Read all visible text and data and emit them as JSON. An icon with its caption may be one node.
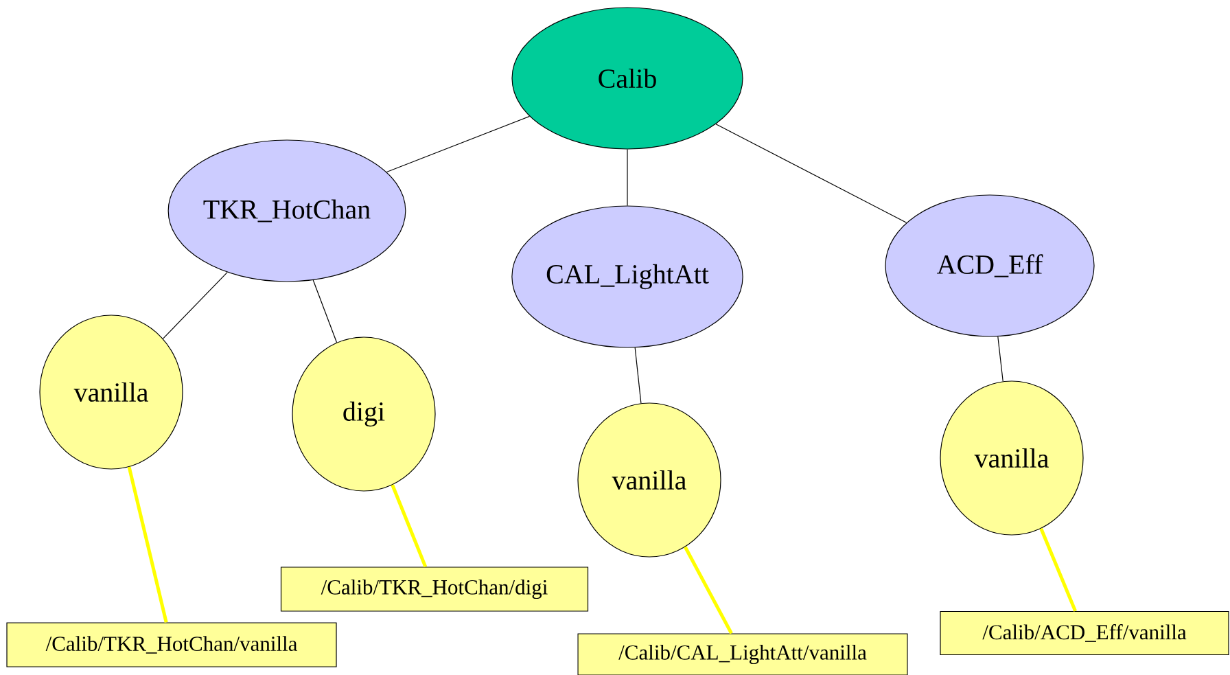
{
  "diagram": {
    "nodes": [
      {
        "text": [
          "Calib"
        ]
      },
      {
        "text": [
          "TKR_HotChan"
        ]
      },
      {
        "text": [
          "CAL_LightAtt"
        ]
      },
      {
        "text": [
          "ACD_Eff"
        ]
      },
      {
        "text": [
          "vanilla"
        ]
      },
      {
        "text": [
          "digi"
        ]
      },
      {
        "text": [
          "vanilla"
        ]
      },
      {
        "text": [
          "vanilla"
        ]
      },
      {
        "text": [
          "/Calib/TKR_HotChan/vanilla"
        ]
      },
      {
        "text": [
          "/Calib/TKR_HotChan/digi"
        ]
      },
      {
        "text": [
          "/Calib/CAL_LightAtt/vanilla"
        ]
      },
      {
        "text": [
          "/Calib/ACD_Eff/vanilla"
        ]
      }
    ],
    "edges": [
      {
        "from": 0,
        "to": 1,
        "arrow": "none"
      },
      {
        "from": 0,
        "to": 2,
        "arrow": "none"
      },
      {
        "from": 0,
        "to": 3,
        "arrow": "none"
      },
      {
        "from": 1,
        "to": 4,
        "arrow": "none"
      },
      {
        "from": 1,
        "to": 5,
        "arrow": "none"
      },
      {
        "from": 2,
        "to": 6,
        "arrow": "none"
      },
      {
        "from": 3,
        "to": 7,
        "arrow": "none"
      },
      {
        "from": 4,
        "to": 8,
        "arrow": "none",
        "style": "thick",
        "color": "#ffff00"
      },
      {
        "from": 5,
        "to": 9,
        "arrow": "none",
        "style": "thick",
        "color": "#ffff00"
      },
      {
        "from": 6,
        "to": 10,
        "arrow": "none",
        "style": "thick",
        "color": "#ffff00"
      },
      {
        "from": 7,
        "to": 11,
        "arrow": "none",
        "style": "thick",
        "color": "#ffff00"
      }
    ]
  }
}
